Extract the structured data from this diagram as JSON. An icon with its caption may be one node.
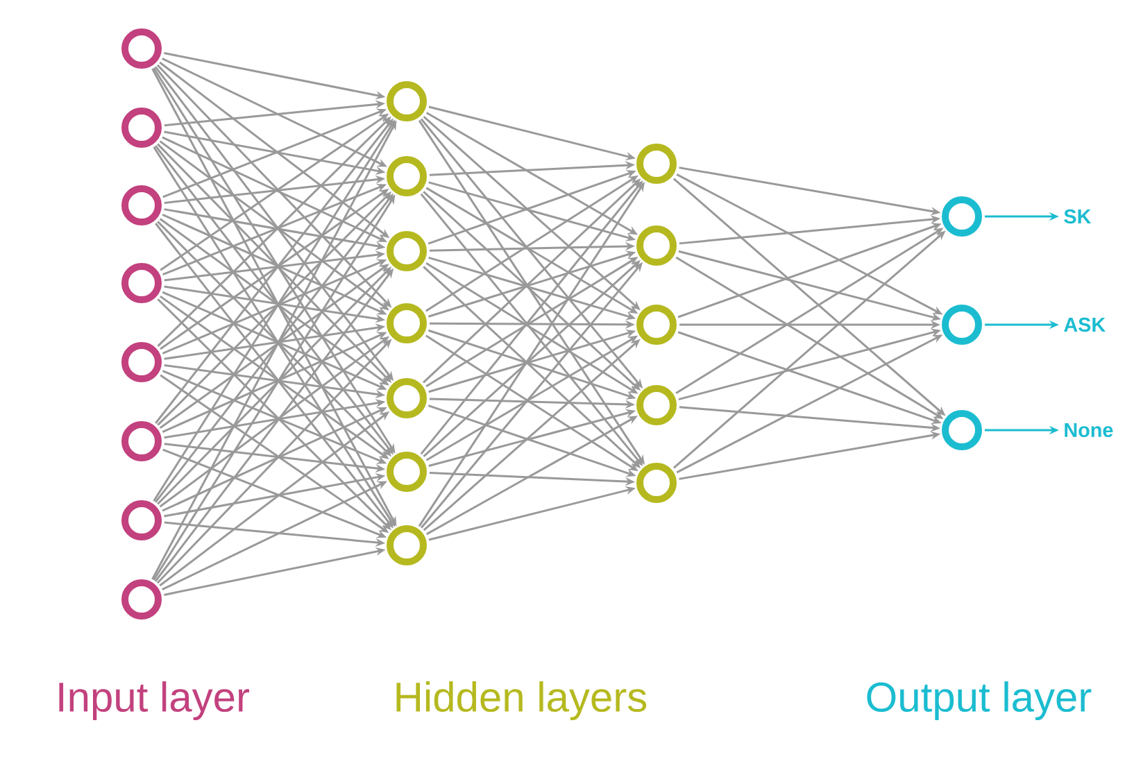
{
  "diagram": {
    "nodes": [
      {
        "text": [],
        "shape": "circle"
      },
      {
        "text": [],
        "shape": "circle"
      },
      {
        "text": [],
        "shape": "circle"
      },
      {
        "text": [],
        "shape": "circle"
      },
      {
        "text": [],
        "shape": "circle"
      },
      {
        "text": [],
        "shape": "circle"
      },
      {
        "text": [],
        "shape": "circle"
      },
      {
        "text": [],
        "shape": "circle"
      },
      {
        "text": [],
        "shape": "circle"
      },
      {
        "text": [],
        "shape": "circle"
      },
      {
        "text": [],
        "shape": "circle"
      },
      {
        "text": [],
        "shape": "circle"
      },
      {
        "text": [],
        "shape": "circle"
      },
      {
        "text": [],
        "shape": "circle"
      },
      {
        "text": [],
        "shape": "circle"
      },
      {
        "text": [],
        "shape": "circle"
      },
      {
        "text": [],
        "shape": "circle"
      },
      {
        "text": [],
        "shape": "circle"
      },
      {
        "text": [],
        "shape": "circle"
      },
      {
        "text": [],
        "shape": "circle"
      },
      {
        "text": [],
        "shape": "circle"
      },
      {
        "text": [],
        "shape": "circle"
      },
      {
        "text": [],
        "shape": "circle"
      },
      {
        "text": [
          "SK"
        ]
      },
      {
        "text": [
          "ASK"
        ]
      },
      {
        "text": [
          "None"
        ]
      }
    ],
    "edges": [
      {
        "from": 0,
        "to": 8,
        "arrow": "to"
      },
      {
        "from": 0,
        "to": 9,
        "arrow": "to"
      },
      {
        "from": 0,
        "to": 10,
        "arrow": "to"
      },
      {
        "from": 0,
        "to": 11,
        "arrow": "to"
      },
      {
        "from": 0,
        "to": 12,
        "arrow": "to"
      },
      {
        "from": 0,
        "to": 13,
        "arrow": "to"
      },
      {
        "from": 0,
        "to": 14,
        "arrow": "to"
      },
      {
        "from": 1,
        "to": 8,
        "arrow": "to"
      },
      {
        "from": 1,
        "to": 9,
        "arrow": "to"
      },
      {
        "from": 1,
        "to": 10,
        "arrow": "to"
      },
      {
        "from": 1,
        "to": 11,
        "arrow": "to"
      },
      {
        "from": 1,
        "to": 12,
        "arrow": "to"
      },
      {
        "from": 1,
        "to": 13,
        "arrow": "to"
      },
      {
        "from": 1,
        "to": 14,
        "arrow": "to"
      },
      {
        "from": 2,
        "to": 8,
        "arrow": "to"
      },
      {
        "from": 2,
        "to": 9,
        "arrow": "to"
      },
      {
        "from": 2,
        "to": 10,
        "arrow": "to"
      },
      {
        "from": 2,
        "to": 11,
        "arrow": "to"
      },
      {
        "from": 2,
        "to": 12,
        "arrow": "to"
      },
      {
        "from": 2,
        "to": 13,
        "arrow": "to"
      },
      {
        "from": 2,
        "to": 14,
        "arrow": "to"
      },
      {
        "from": 3,
        "to": 8,
        "arrow": "to"
      },
      {
        "from": 3,
        "to": 9,
        "arrow": "to"
      },
      {
        "from": 3,
        "to": 10,
        "arrow": "to"
      },
      {
        "from": 3,
        "to": 11,
        "arrow": "to"
      },
      {
        "from": 3,
        "to": 12,
        "arrow": "to"
      },
      {
        "from": 3,
        "to": 13,
        "arrow": "to"
      },
      {
        "from": 3,
        "to": 14,
        "arrow": "to"
      },
      {
        "from": 4,
        "to": 8,
        "arrow": "to"
      },
      {
        "from": 4,
        "to": 9,
        "arrow": "to"
      },
      {
        "from": 4,
        "to": 10,
        "arrow": "to"
      },
      {
        "from": 4,
        "to": 11,
        "arrow": "to"
      },
      {
        "from": 4,
        "to": 12,
        "arrow": "to"
      },
      {
        "from": 4,
        "to": 13,
        "arrow": "to"
      },
      {
        "from": 4,
        "to": 14,
        "arrow": "to"
      },
      {
        "from": 5,
        "to": 8,
        "arrow": "to"
      },
      {
        "from": 5,
        "to": 9,
        "arrow": "to"
      },
      {
        "from": 5,
        "to": 10,
        "arrow": "to"
      },
      {
        "from": 5,
        "to": 11,
        "arrow": "to"
      },
      {
        "from": 5,
        "to": 12,
        "arrow": "to"
      },
      {
        "from": 5,
        "to": 13,
        "arrow": "to"
      },
      {
        "from": 5,
        "to": 14,
        "arrow": "to"
      },
      {
        "from": 6,
        "to": 8,
        "arrow": "to"
      },
      {
        "from": 6,
        "to": 9,
        "arrow": "to"
      },
      {
        "from": 6,
        "to": 10,
        "arrow": "to"
      },
      {
        "from": 6,
        "to": 11,
        "arrow": "to"
      },
      {
        "from": 6,
        "to": 12,
        "arrow": "to"
      },
      {
        "from": 6,
        "to": 13,
        "arrow": "to"
      },
      {
        "from": 6,
        "to": 14,
        "arrow": "to"
      },
      {
        "from": 7,
        "to": 8,
        "arrow": "to"
      },
      {
        "from": 7,
        "to": 9,
        "arrow": "to"
      },
      {
        "from": 7,
        "to": 10,
        "arrow": "to"
      },
      {
        "from": 7,
        "to": 11,
        "arrow": "to"
      },
      {
        "from": 7,
        "to": 12,
        "arrow": "to"
      },
      {
        "from": 7,
        "to": 13,
        "arrow": "to"
      },
      {
        "from": 7,
        "to": 14,
        "arrow": "to"
      },
      {
        "from": 8,
        "to": 15,
        "arrow": "to"
      },
      {
        "from": 8,
        "to": 16,
        "arrow": "to"
      },
      {
        "from": 8,
        "to": 17,
        "arrow": "to"
      },
      {
        "from": 8,
        "to": 18,
        "arrow": "to"
      },
      {
        "from": 8,
        "to": 19,
        "arrow": "to"
      },
      {
        "from": 9,
        "to": 15,
        "arrow": "to"
      },
      {
        "from": 9,
        "to": 16,
        "arrow": "to"
      },
      {
        "from": 9,
        "to": 17,
        "arrow": "to"
      },
      {
        "from": 9,
        "to": 18,
        "arrow": "to"
      },
      {
        "from": 9,
        "to": 19,
        "arrow": "to"
      },
      {
        "from": 10,
        "to": 15,
        "arrow": "to"
      },
      {
        "from": 10,
        "to": 16,
        "arrow": "to"
      },
      {
        "from": 10,
        "to": 17,
        "arrow": "to"
      },
      {
        "from": 10,
        "to": 18,
        "arrow": "to"
      },
      {
        "from": 10,
        "to": 19,
        "arrow": "to"
      },
      {
        "from": 11,
        "to": 15,
        "arrow": "to"
      },
      {
        "from": 11,
        "to": 16,
        "arrow": "to"
      },
      {
        "from": 11,
        "to": 17,
        "arrow": "to"
      },
      {
        "from": 11,
        "to": 18,
        "arrow": "to"
      },
      {
        "from": 11,
        "to": 19,
        "arrow": "to"
      },
      {
        "from": 12,
        "to": 15,
        "arrow": "to"
      },
      {
        "from": 12,
        "to": 16,
        "arrow": "to"
      },
      {
        "from": 12,
        "to": 17,
        "arrow": "to"
      },
      {
        "from": 12,
        "to": 18,
        "arrow": "to"
      },
      {
        "from": 12,
        "to": 19,
        "arrow": "to"
      },
      {
        "from": 13,
        "to": 15,
        "arrow": "to"
      },
      {
        "from": 13,
        "to": 16,
        "arrow": "to"
      },
      {
        "from": 13,
        "to": 17,
        "arrow": "to"
      },
      {
        "from": 13,
        "to": 18,
        "arrow": "to"
      },
      {
        "from": 13,
        "to": 19,
        "arrow": "to"
      },
      {
        "from": 14,
        "to": 15,
        "arrow": "to"
      },
      {
        "from": 14,
        "to": 16,
        "arrow": "to"
      },
      {
        "from": 14,
        "to": 17,
        "arrow": "to"
      },
      {
        "from": 14,
        "to": 18,
        "arrow": "to"
      },
      {
        "from": 14,
        "to": 19,
        "arrow": "to"
      },
      {
        "from": 15,
        "to": 20,
        "arrow": "to"
      },
      {
        "from": 15,
        "to": 21,
        "arrow": "to"
      },
      {
        "from": 15,
        "to": 22,
        "arrow": "to"
      },
      {
        "from": 16,
        "to": 20,
        "arrow": "to"
      },
      {
        "from": 16,
        "to": 21,
        "arrow": "to"
      },
      {
        "from": 16,
        "to": 22,
        "arrow": "to"
      },
      {
        "from": 17,
        "to": 20,
        "arrow": "to"
      },
      {
        "from": 17,
        "to": 21,
        "arrow": "to"
      },
      {
        "from": 17,
        "to": 22,
        "arrow": "to"
      },
      {
        "from": 18,
        "to": 20,
        "arrow": "to"
      },
      {
        "from": 18,
        "to": 21,
        "arrow": "to"
      },
      {
        "from": 18,
        "to": 22,
        "arrow": "to"
      },
      {
        "from": 19,
        "to": 20,
        "arrow": "to"
      },
      {
        "from": 19,
        "to": 21,
        "arrow": "to"
      },
      {
        "from": 19,
        "to": 22,
        "arrow": "to"
      },
      {
        "from": 20,
        "to": 23,
        "arrow": "to",
        "color": "#1bbcd0"
      },
      {
        "from": 21,
        "to": 24,
        "arrow": "to",
        "color": "#1bbcd0"
      },
      {
        "from": 22,
        "to": 25,
        "arrow": "to",
        "color": "#1bbcd0"
      }
    ],
    "labels": [
      "Input layer",
      "Hidden layers",
      "Output layer"
    ]
  }
}
